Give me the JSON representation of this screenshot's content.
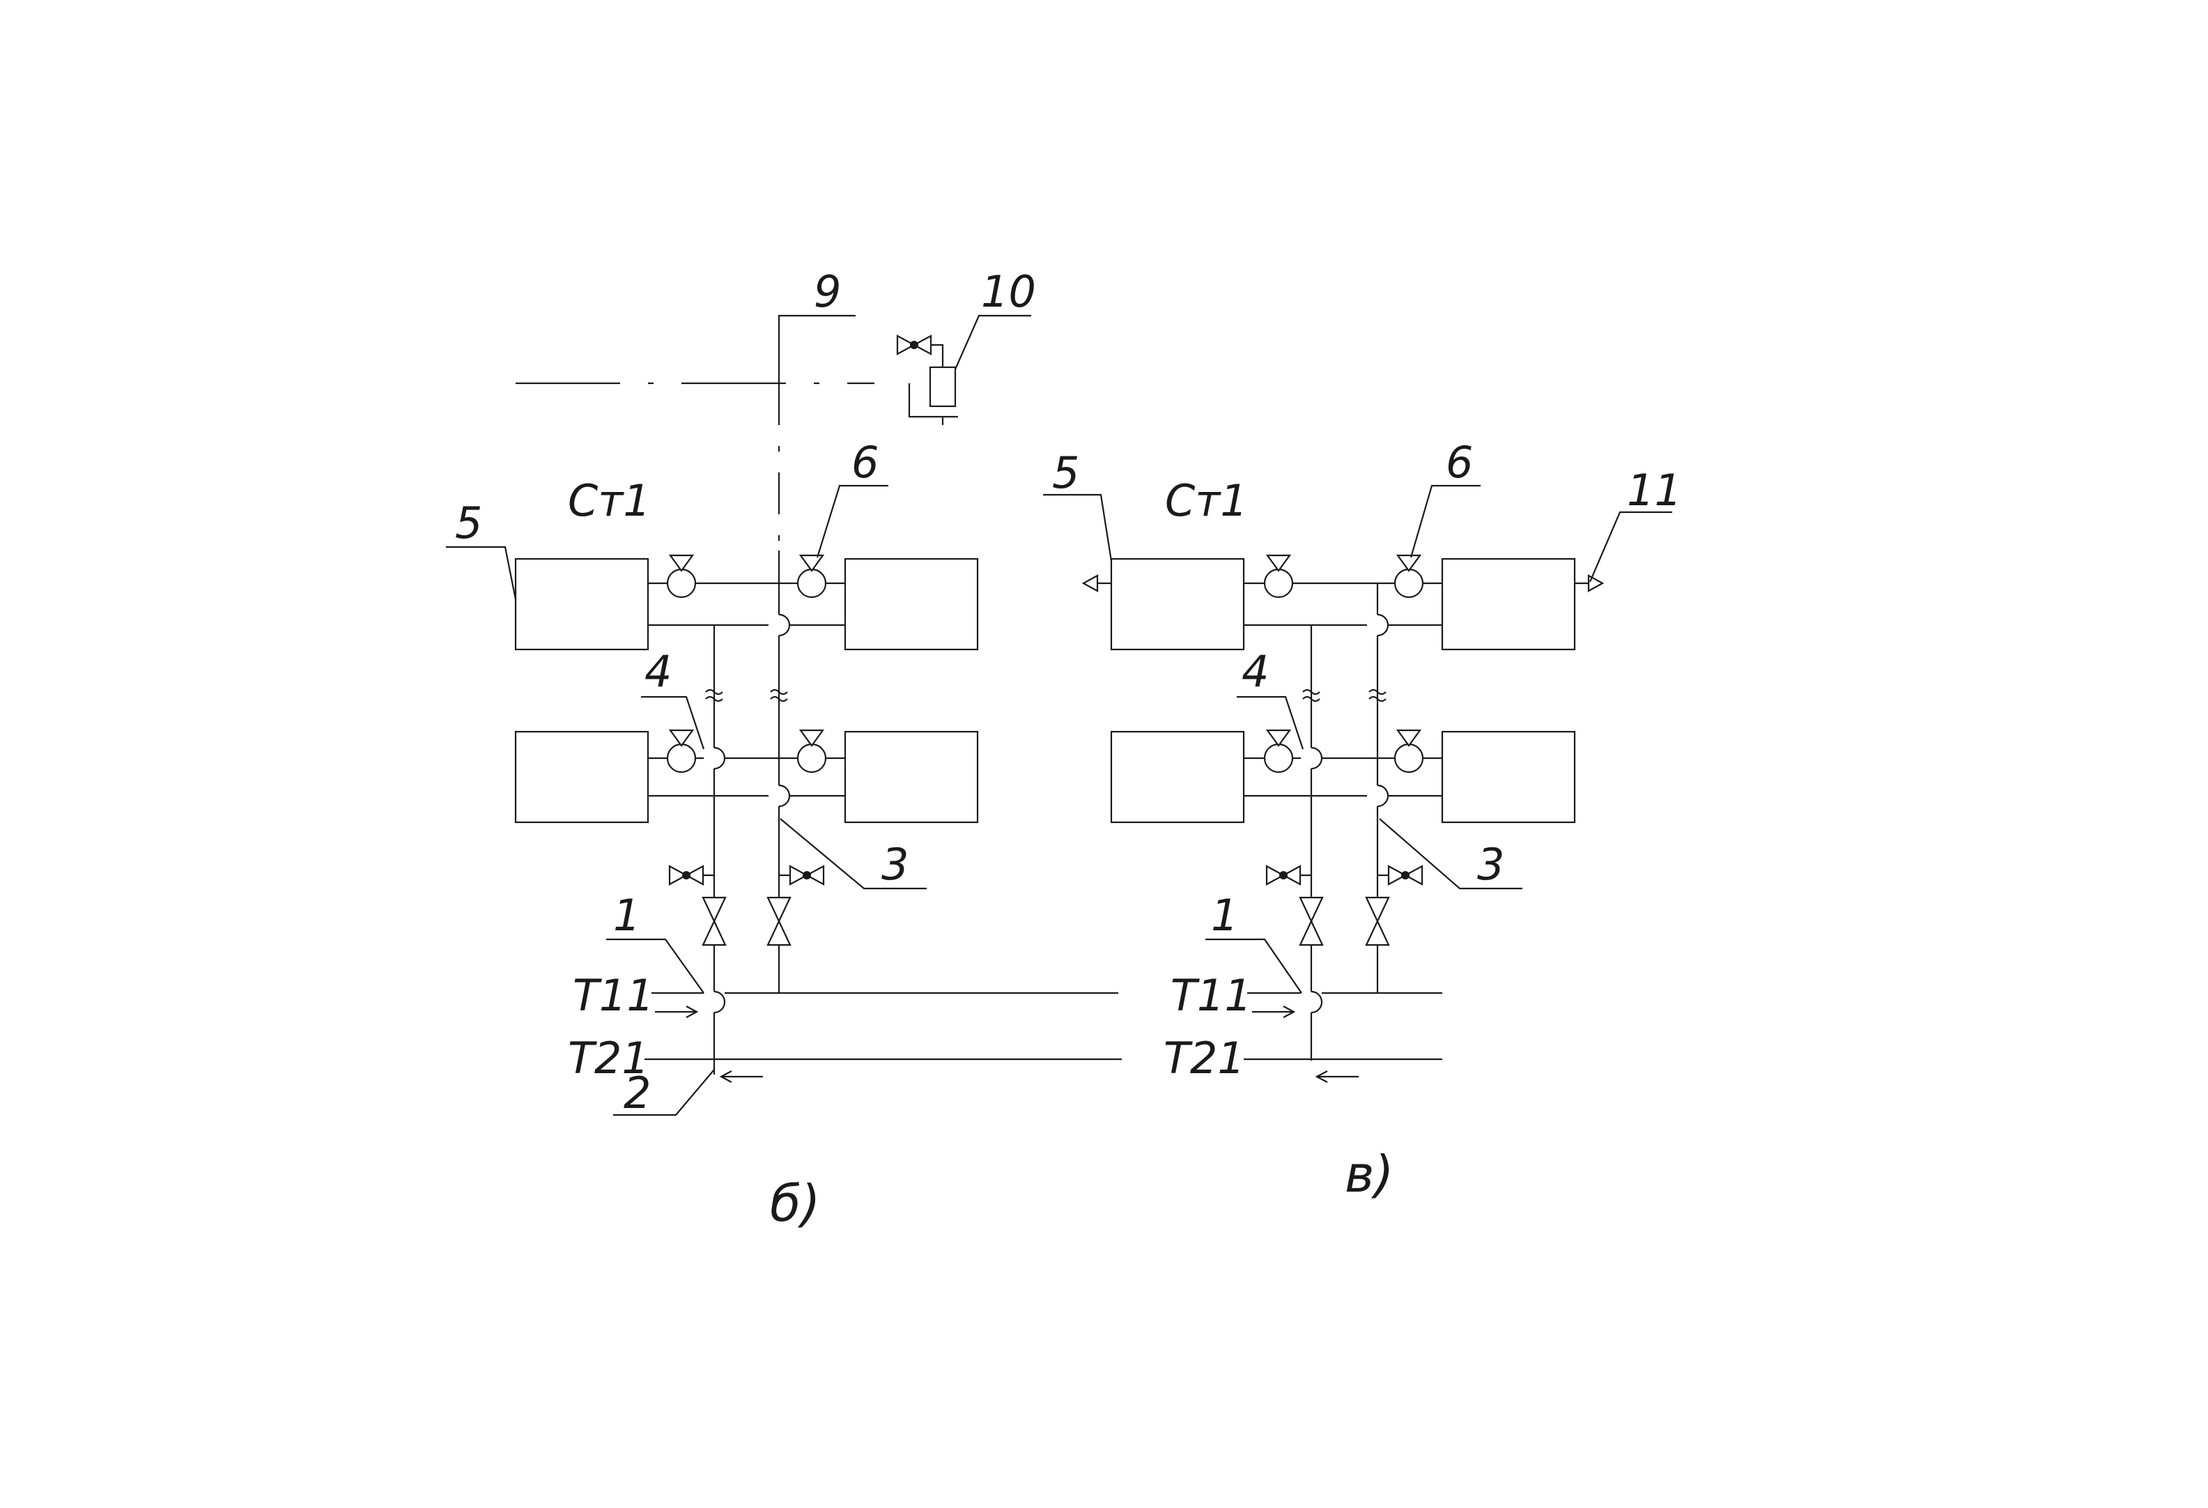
{
  "diagram_b": {
    "caption": "б)",
    "system_label": "Ст1",
    "supply_label": "Т11",
    "return_label": "Т21",
    "callouts": {
      "n1": "1",
      "n2": "2",
      "n3": "3",
      "n4": "4",
      "n5": "5",
      "n6": "6",
      "n9": "9",
      "n10": "10"
    }
  },
  "diagram_v": {
    "caption": "в)",
    "system_label": "Ст1",
    "supply_label": "Т11",
    "return_label": "Т21",
    "callouts": {
      "n1": "1",
      "n3": "3",
      "n4": "4",
      "n5": "5",
      "n6": "6",
      "n11": "11"
    }
  },
  "icons": {
    "radiator": "radiator-icon",
    "thermostatic_valve": "thermostatic-valve-icon",
    "gate_valve": "gate-valve-icon",
    "drain_valve": "drain-valve-icon",
    "air_vent": "air-vent-icon",
    "expansion_tank": "expansion-tank-icon",
    "flow_arrow": "flow-arrow-icon"
  },
  "colors": {
    "line": "#1a1a1a",
    "background": "#ffffff"
  }
}
